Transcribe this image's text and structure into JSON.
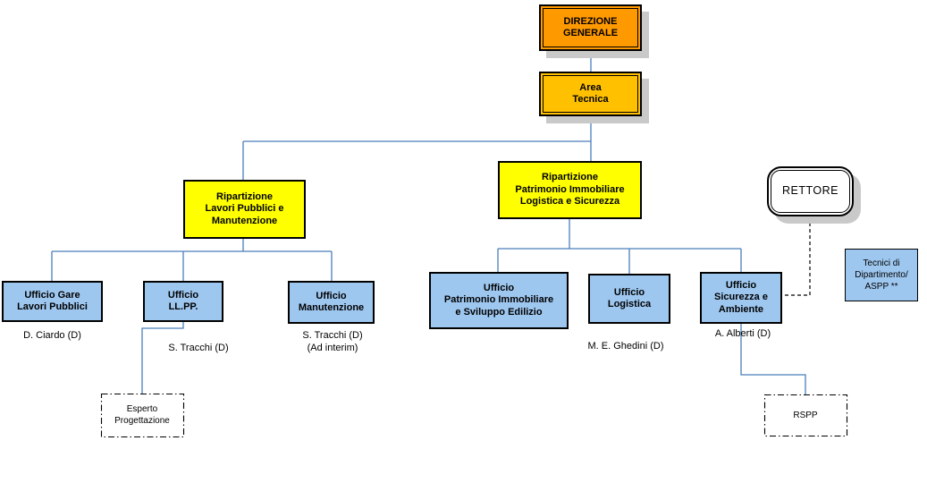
{
  "diagram": {
    "type": "org-chart",
    "colors": {
      "direzione": "#FF9900",
      "area_tecnica": "#FFC000",
      "ripartizione": "#FFFF00",
      "ufficio": "#9EC7F0",
      "connector": "#4A7EBB",
      "shadow": "#C9C9C9",
      "border": "#000000",
      "background": "#FFFFFF"
    },
    "boxes": {
      "direzione_generale": {
        "label": "DIREZIONE\nGENERALE"
      },
      "area_tecnica": {
        "label": "Area\nTecnica"
      },
      "rip_lavori": {
        "label": "Ripartizione\nLavori Pubblici e\nManutenzione"
      },
      "rip_patrimonio": {
        "label": "Ripartizione\nPatrimonio Immobiliare\nLogistica e Sicurezza"
      },
      "uff_gare": {
        "label": "Ufficio Gare\nLavori Pubblici",
        "person": "D. Ciardo (D)"
      },
      "uff_llpp": {
        "label": "Ufficio\nLL.PP.",
        "person": "S. Tracchi (D)"
      },
      "uff_manutenzione": {
        "label": "Ufficio\nManutenzione",
        "person": "S. Tracchi (D)\n(Ad interim)"
      },
      "uff_patrimonio": {
        "label": "Ufficio\nPatrimonio Immobiliare\ne Sviluppo Edilizio"
      },
      "uff_logistica": {
        "label": "Ufficio\nLogistica",
        "person": "M. E. Ghedini (D)"
      },
      "uff_sicurezza": {
        "label": "Ufficio\nSicurezza e\nAmbiente",
        "person": "A. Alberti  (D)"
      },
      "rettore": {
        "label": "RETTORE"
      },
      "tecnici_aspp": {
        "label": "Tecnici di\nDipartimento/\nASPP **"
      },
      "esperto": {
        "label": "Esperto\nProgettazione"
      },
      "rspp": {
        "label": "RSPP"
      }
    }
  }
}
